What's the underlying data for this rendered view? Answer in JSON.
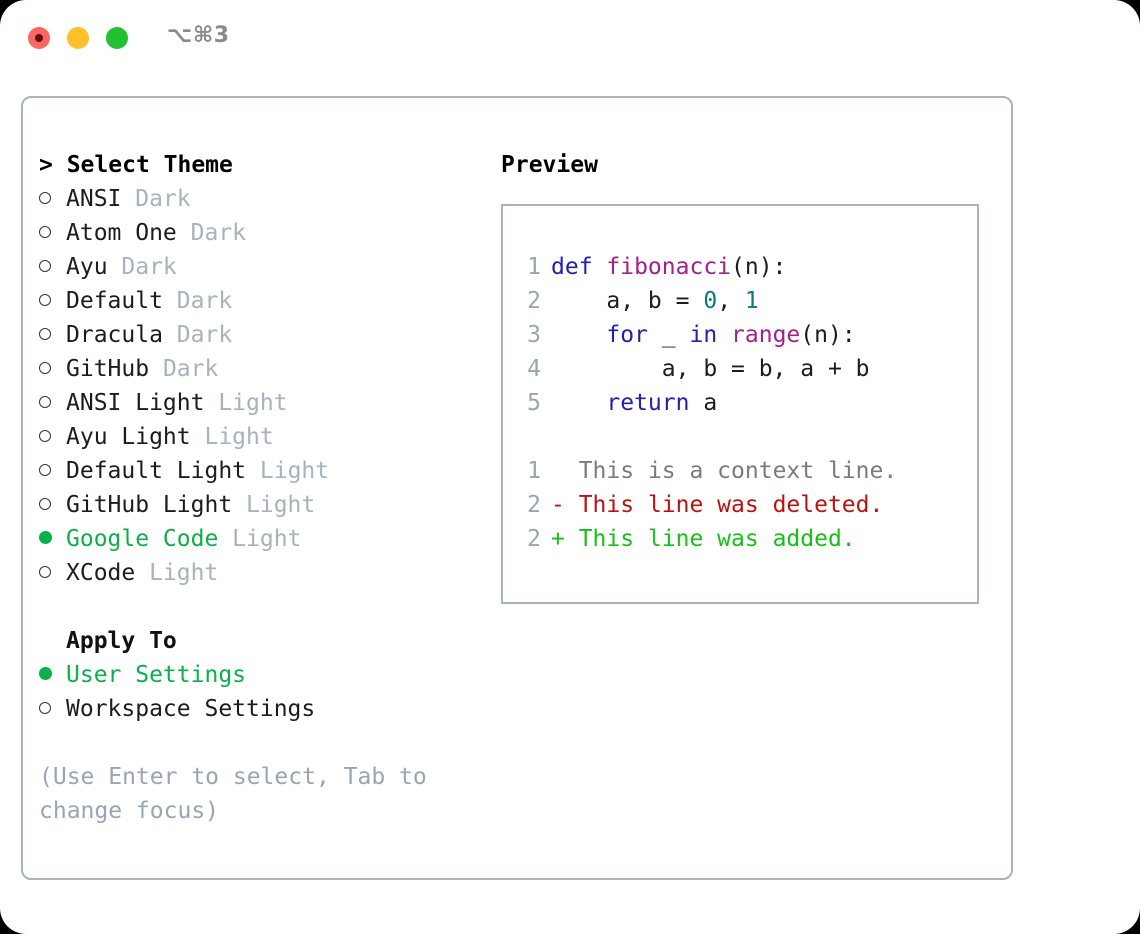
{
  "window": {
    "traffic_lights": [
      "close-red",
      "minimize-yellow",
      "maximize-green"
    ],
    "shortcut_label": "⌥⌘3"
  },
  "theme_selector": {
    "heading_prefix": "> ",
    "heading": "Select Theme",
    "marker_selected": "●",
    "marker_unselected": "○",
    "items": [
      {
        "name": "ANSI",
        "variant": "Dark",
        "selected": false
      },
      {
        "name": "Atom One",
        "variant": "Dark",
        "selected": false
      },
      {
        "name": "Ayu",
        "variant": "Dark",
        "selected": false
      },
      {
        "name": "Default",
        "variant": "Dark",
        "selected": false
      },
      {
        "name": "Dracula",
        "variant": "Dark",
        "selected": false
      },
      {
        "name": "GitHub",
        "variant": "Dark",
        "selected": false
      },
      {
        "name": "ANSI Light",
        "variant": "Light",
        "selected": false
      },
      {
        "name": "Ayu Light",
        "variant": "Light",
        "selected": false
      },
      {
        "name": "Default Light",
        "variant": "Light",
        "selected": false
      },
      {
        "name": "GitHub Light",
        "variant": "Light",
        "selected": false
      },
      {
        "name": "Google Code",
        "variant": "Light",
        "selected": true
      },
      {
        "name": "XCode",
        "variant": "Light",
        "selected": false
      }
    ]
  },
  "apply_to": {
    "title": "Apply To",
    "items": [
      {
        "name": "User Settings",
        "selected": true
      },
      {
        "name": "Workspace Settings",
        "selected": false
      }
    ]
  },
  "hint": "(Use Enter to select, Tab to change focus)",
  "preview": {
    "title": "Preview",
    "code_lines": [
      {
        "number": "1",
        "tokens": [
          {
            "text": "def ",
            "style": "kw"
          },
          {
            "text": "fibonacci",
            "style": "fn"
          },
          {
            "text": "(n):",
            "style": "plain"
          }
        ]
      },
      {
        "number": "2",
        "tokens": [
          {
            "text": "    a, b = ",
            "style": "plain"
          },
          {
            "text": "0",
            "style": "num"
          },
          {
            "text": ", ",
            "style": "plain"
          },
          {
            "text": "1",
            "style": "num"
          }
        ]
      },
      {
        "number": "3",
        "tokens": [
          {
            "text": "    ",
            "style": "plain"
          },
          {
            "text": "for",
            "style": "kw"
          },
          {
            "text": " _ ",
            "style": "plain"
          },
          {
            "text": "in",
            "style": "kw"
          },
          {
            "text": " ",
            "style": "plain"
          },
          {
            "text": "range",
            "style": "fn"
          },
          {
            "text": "(n):",
            "style": "plain"
          }
        ]
      },
      {
        "number": "4",
        "tokens": [
          {
            "text": "        a, b = b, a + b",
            "style": "plain"
          }
        ]
      },
      {
        "number": "5",
        "tokens": [
          {
            "text": "    ",
            "style": "plain"
          },
          {
            "text": "return",
            "style": "kw"
          },
          {
            "text": " a",
            "style": "plain"
          }
        ]
      }
    ],
    "diff_lines": [
      {
        "number": "1",
        "sign": "  ",
        "text": "This is a context line.",
        "style": "ctx"
      },
      {
        "number": "2",
        "sign": "- ",
        "text": "This line was deleted.",
        "style": "del"
      },
      {
        "number": "2",
        "sign": "+ ",
        "text": "This line was added.",
        "style": "add"
      }
    ]
  },
  "colors": {
    "accent_green": "#0ab04a",
    "border": "#a9b3c1",
    "muted": "#a8b2be",
    "hint": "#9aa5b4",
    "keyword": "#2222a8",
    "function": "#a0208c",
    "number": "#0b7a7a",
    "diff_context": "#7b7b7b",
    "diff_deleted": "#bb1111",
    "diff_added": "#18c018"
  }
}
